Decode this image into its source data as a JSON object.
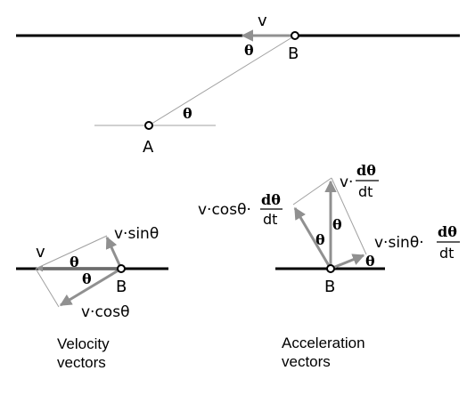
{
  "labels": {
    "v_top": "v",
    "theta_top": "θ",
    "b_top": "B",
    "theta_a": "θ",
    "a": "A",
    "v_left": "v",
    "v_sin": "v·sinθ",
    "theta_vel_1": "θ",
    "theta_vel_2": "θ",
    "b_vel": "B",
    "v_cos": "v·cosθ",
    "acc_left_prefix": "v·cosθ·",
    "acc_top_prefix": "v·",
    "acc_right_prefix": "v·sinθ·",
    "d_theta": "dθ",
    "dt": "dt",
    "theta_acc_1": "θ",
    "theta_acc_2": "θ",
    "theta_acc_3": "θ",
    "b_acc": "B"
  },
  "captions": {
    "velocity_1": "Velocity",
    "velocity_2": "vectors",
    "acceleration_1": "Acceleration",
    "acceleration_2": "vectors"
  },
  "colors": {
    "line": "#000000",
    "vector": "#909090",
    "thin": "#a0a0a0"
  }
}
